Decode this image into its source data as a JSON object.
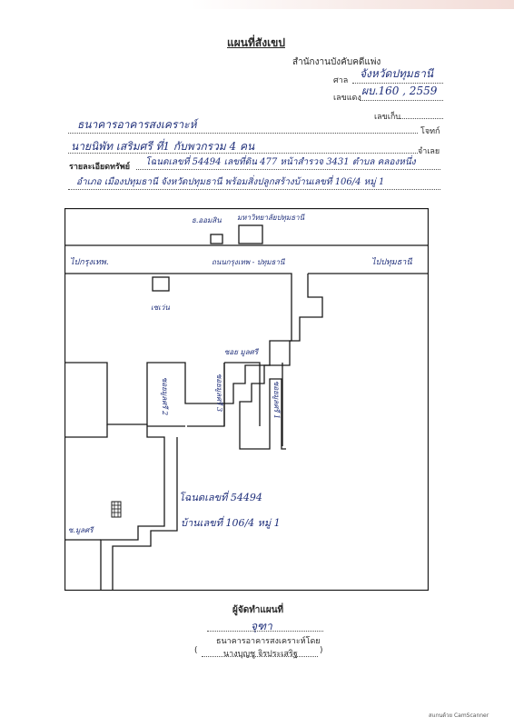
{
  "header": {
    "title": "แผนที่สังเขป",
    "office": "สำนักงานบังคับคดีแพ่ง",
    "court_label": "ศาล",
    "court_value": "จังหวัดปทุมธานี",
    "case_label": "เลขแดง",
    "case_value": "ผบ.160 , 2559",
    "receipt_label": "เลขเก็บ"
  },
  "parties": {
    "plaintiff_value": "ธนาคารอาคารสงเคราะห์",
    "plaintiff_label": "โจทก์",
    "defendant_value": "นายนิพัท เสริมศรี ที่1 กับพวกรวม 4 คน",
    "defendant_label": "จำเลย"
  },
  "property": {
    "label": "รายละเอียดทรัพย์",
    "line1": "โฉนดเลขที่ 54494 เลขที่ดิน 477 หน้าสำรวจ 3431 ตำบล คลองหนึ่ง",
    "line2": "อำเภอ เมืองปทุมธานี จังหวัดปทุมธานี พร้อมสิ่งปลูกสร้างบ้านเลขที่ 106/4 หมู่ 1"
  },
  "map": {
    "labels": {
      "bank": "ธ.ออมสิน",
      "building": "มหาวิทยาลัยปทุมธานี",
      "left_road": "ไปกรุงเทพ.",
      "main_road": "ถนนกรุงเทพ - ปทุมธานี",
      "right_road": "ไปปทุมธานี",
      "shop": "เซเว่น",
      "soi_top": "ซอย มูลศรี",
      "soi_left": "ซอยมูลศรี 2",
      "soi_mid": "ซอยมูลศรี 3",
      "soi_right": "ซอยมูลศรี 1",
      "soi_bottom": "ซ.มูลศรี",
      "deed": "โฉนดเลขที่ 54494",
      "house": "บ้านเลขที่ 106/4 หมู่ 1"
    },
    "colors": {
      "stroke": "#1a1a1a",
      "ink": "#1f2f7a"
    }
  },
  "footer": {
    "maker_label": "ผู้จัดทำแผนที่",
    "signature": "จุฑา",
    "org": "ธนาคารอาคารสงเคราะห์โดย",
    "name": "นางบุญชู จิรประเสริฐ"
  },
  "watermark": "สแกนด้วย CamScanner"
}
